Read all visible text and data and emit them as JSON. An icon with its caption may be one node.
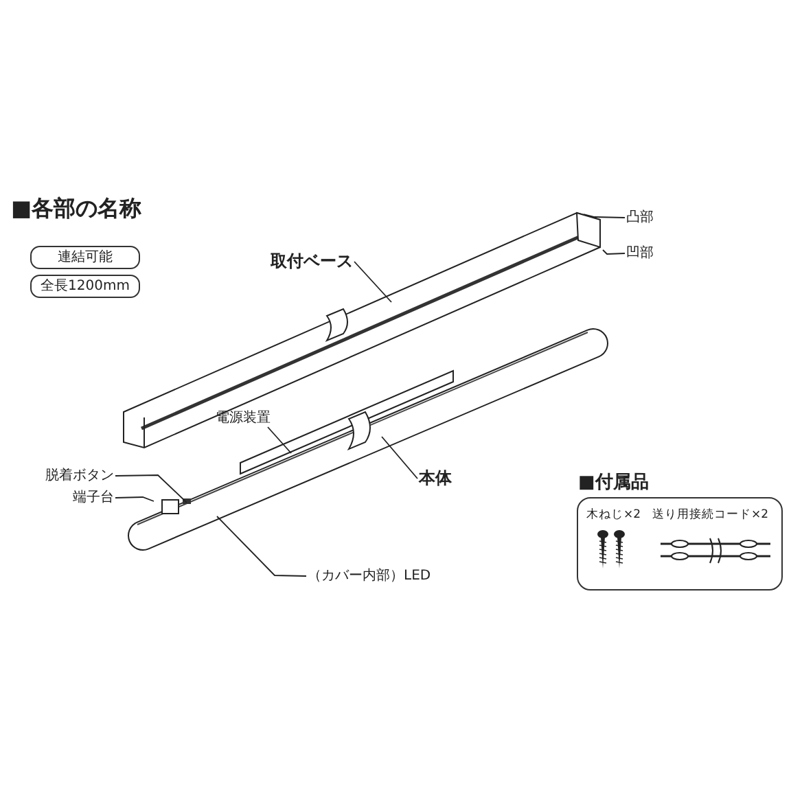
{
  "diagram": {
    "title": "■各部の名称",
    "nodes": [
      {
        "text": [
          "連結可能"
        ]
      },
      {
        "text": [
          "全長1200mm"
        ]
      },
      {
        "text": [
          "取付ベース"
        ]
      },
      {
        "text": [
          "凸部"
        ]
      },
      {
        "text": [
          "凹部"
        ]
      },
      {
        "text": [
          "電源装置"
        ]
      },
      {
        "text": [
          "脱着ボタン"
        ]
      },
      {
        "text": [
          "端子台"
        ]
      },
      {
        "text": [
          "本体"
        ]
      },
      {
        "text": [
          "（カバー内部）LED"
        ]
      },
      {
        "text": [
          "■付属品",
          "木ねじ×2",
          "送り用接続コード×2"
        ]
      }
    ],
    "edges": [
      {
        "from": 2,
        "to": null,
        "arrow": "none"
      },
      {
        "from": 3,
        "to": null,
        "arrow": "none"
      },
      {
        "from": 4,
        "to": null,
        "arrow": "none"
      },
      {
        "from": 5,
        "to": null,
        "arrow": "none"
      },
      {
        "from": 6,
        "to": null,
        "arrow": "none"
      },
      {
        "from": 7,
        "to": null,
        "arrow": "none"
      },
      {
        "from": 8,
        "to": null,
        "arrow": "none"
      },
      {
        "from": 9,
        "to": null,
        "arrow": "none"
      }
    ]
  }
}
